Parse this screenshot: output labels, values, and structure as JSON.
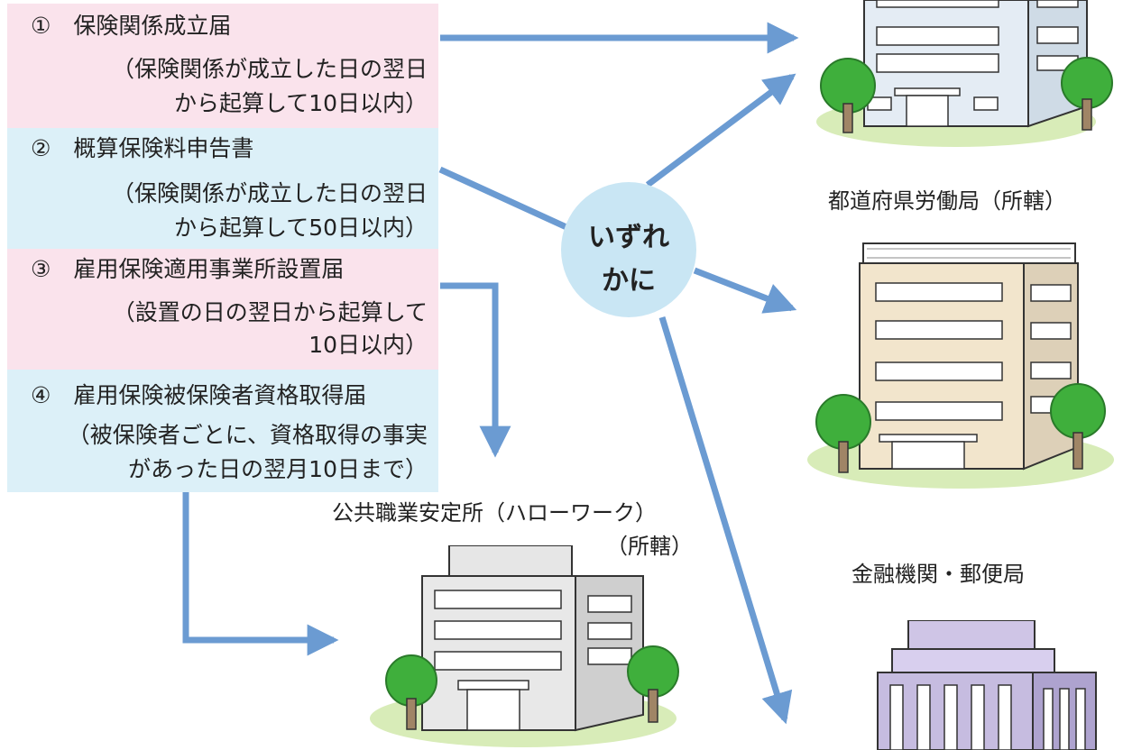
{
  "forms": [
    {
      "lines": [
        "①　保険関係成立届",
        "（保険関係が成立した日の翌日",
        "から起算して10日以内）"
      ]
    },
    {
      "lines": [
        "②　概算保険料申告書",
        "（保険関係が成立した日の翌日",
        "から起算して50日以内）"
      ]
    },
    {
      "lines": [
        "③　雇用保険適用事業所設置届",
        "（設置の日の翌日から起算して",
        "10日以内）"
      ]
    },
    {
      "lines": [
        "④　雇用保険被保険者資格取得届",
        "（被保険者ごとに、資格取得の事実",
        "があった日の翌月10日まで）"
      ]
    }
  ],
  "either": {
    "line1": "いずれ",
    "line2": "かに"
  },
  "destinations": {
    "labor_bureau": "都道府県労働局（所轄）",
    "hello_work_line1": "公共職業安定所（ハローワーク）",
    "hello_work_line2": "（所轄）",
    "bank": "金融機関・郵便局"
  },
  "colors": {
    "arrow": "#6b9bd2",
    "pink": "#fae3ec",
    "blue": "#dcf0f8",
    "circle": "#c9e6f4"
  }
}
